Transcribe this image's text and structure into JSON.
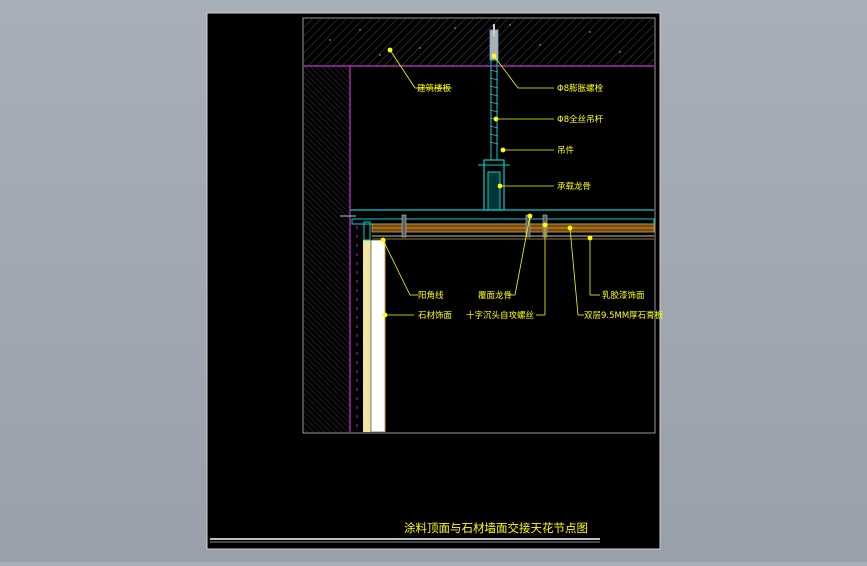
{
  "drawing": {
    "title": "涂料顶面与石材墙面交接天花节点图"
  },
  "callouts": {
    "slab": "建筑楼板",
    "expansion_bolt": "Φ8膨胀螺栓",
    "rod": "Φ8全丝吊杆",
    "hanger": "吊件",
    "main_keel": "承载龙骨",
    "edge_trim": "阳角线",
    "stone_face": "石材饰面",
    "cover_keel": "覆面龙骨",
    "screw": "十字沉头自攻螺丝",
    "latex_paint": "乳胶漆饰面",
    "gypsum_board": "双层9.5MM厚石膏板"
  },
  "colors": {
    "canvas": "#000000",
    "callout_text": "#ffff00",
    "slab_line": "#cc33cc",
    "keel": "#00d0d0",
    "wood": "#c8a040",
    "stone": "#f0e6a0"
  }
}
